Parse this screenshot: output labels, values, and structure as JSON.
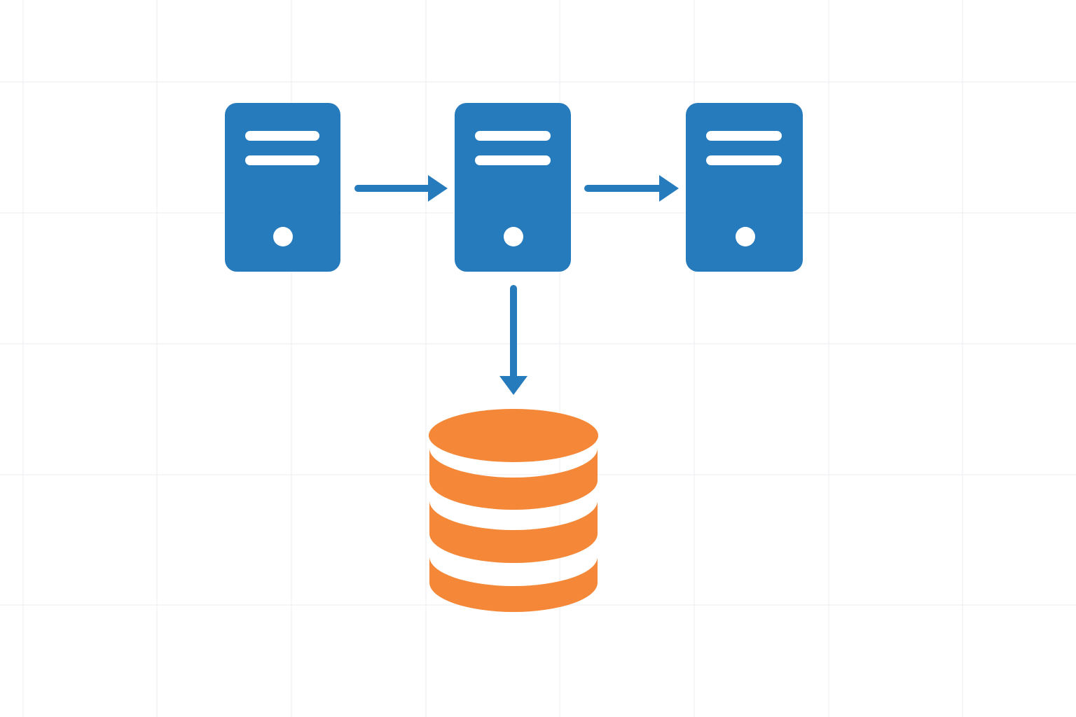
{
  "diagram": {
    "background_color": "#ffffff",
    "grid": true,
    "grid_color": "#eceef0",
    "nodes": [
      {
        "id": "server-1",
        "kind": "server",
        "icon": "server-icon",
        "color": "#267bbd"
      },
      {
        "id": "server-2",
        "kind": "server",
        "icon": "server-icon",
        "color": "#267bbd"
      },
      {
        "id": "server-3",
        "kind": "server",
        "icon": "server-icon",
        "color": "#267bbd"
      },
      {
        "id": "database",
        "kind": "database",
        "icon": "database-icon",
        "color": "#f48838"
      }
    ],
    "edges": [
      {
        "from": "server-1",
        "to": "server-2",
        "color": "#267bbd"
      },
      {
        "from": "server-2",
        "to": "server-3",
        "color": "#267bbd"
      },
      {
        "from": "server-2",
        "to": "database",
        "color": "#267bbd"
      }
    ]
  }
}
